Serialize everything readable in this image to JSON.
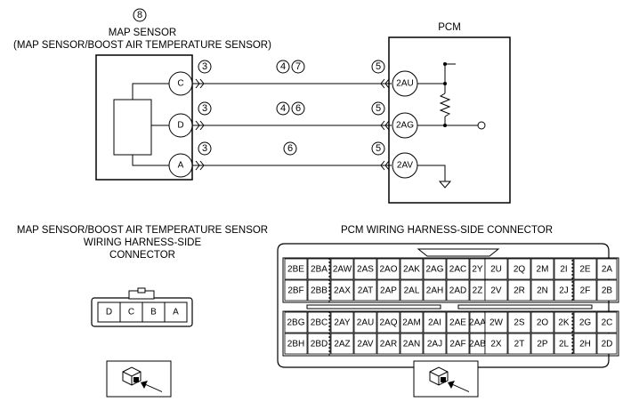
{
  "sensor": {
    "number": "8",
    "title": "MAP SENSOR",
    "subtitle": "(MAP SENSOR/BOOST AIR TEMPERATURE SENSOR)",
    "pins": [
      "C",
      "D",
      "A"
    ]
  },
  "pcm": {
    "title": "PCM",
    "pins": [
      "2AU",
      "2AG",
      "2AV"
    ]
  },
  "wires": [
    {
      "left_num": "3",
      "mid": [
        "4",
        "7"
      ],
      "right_num": "5"
    },
    {
      "left_num": "3",
      "mid": [
        "4",
        "6"
      ],
      "right_num": "5"
    },
    {
      "left_num": "3",
      "mid": [
        "6"
      ],
      "right_num": "5"
    }
  ],
  "sensor_connector": {
    "title": [
      "MAP SENSOR/BOOST AIR TEMPERATURE SENSOR",
      "WIRING HARNESS-SIDE",
      "CONNECTOR"
    ],
    "pins": [
      "D",
      "C",
      "B",
      "A"
    ]
  },
  "pcm_connector": {
    "title": "PCM WIRING HARNESS-SIDE CONNECTOR",
    "rows": [
      [
        "2BE",
        "2BA",
        "2AW",
        "2AS",
        "2AO",
        "2AK",
        "2AG",
        "2AC",
        "2Y",
        "2U",
        "2Q",
        "2M",
        "2I",
        "2E",
        "2A"
      ],
      [
        "2BF",
        "2BB",
        "2AX",
        "2AT",
        "2AP",
        "2AL",
        "2AH",
        "2AD",
        "2Z",
        "2V",
        "2R",
        "2N",
        "2J",
        "2F",
        "2B"
      ],
      [
        "2BG",
        "2BC",
        "2AY",
        "2AU",
        "2AQ",
        "2AM",
        "2AI",
        "2AE",
        "2AA",
        "2W",
        "2S",
        "2O",
        "2K",
        "2G",
        "2C"
      ],
      [
        "2BH",
        "2BD",
        "2AZ",
        "2AV",
        "2AR",
        "2AN",
        "2AJ",
        "2AF",
        "2AB",
        "2X",
        "2T",
        "2P",
        "2L",
        "2H",
        "2D"
      ]
    ]
  }
}
